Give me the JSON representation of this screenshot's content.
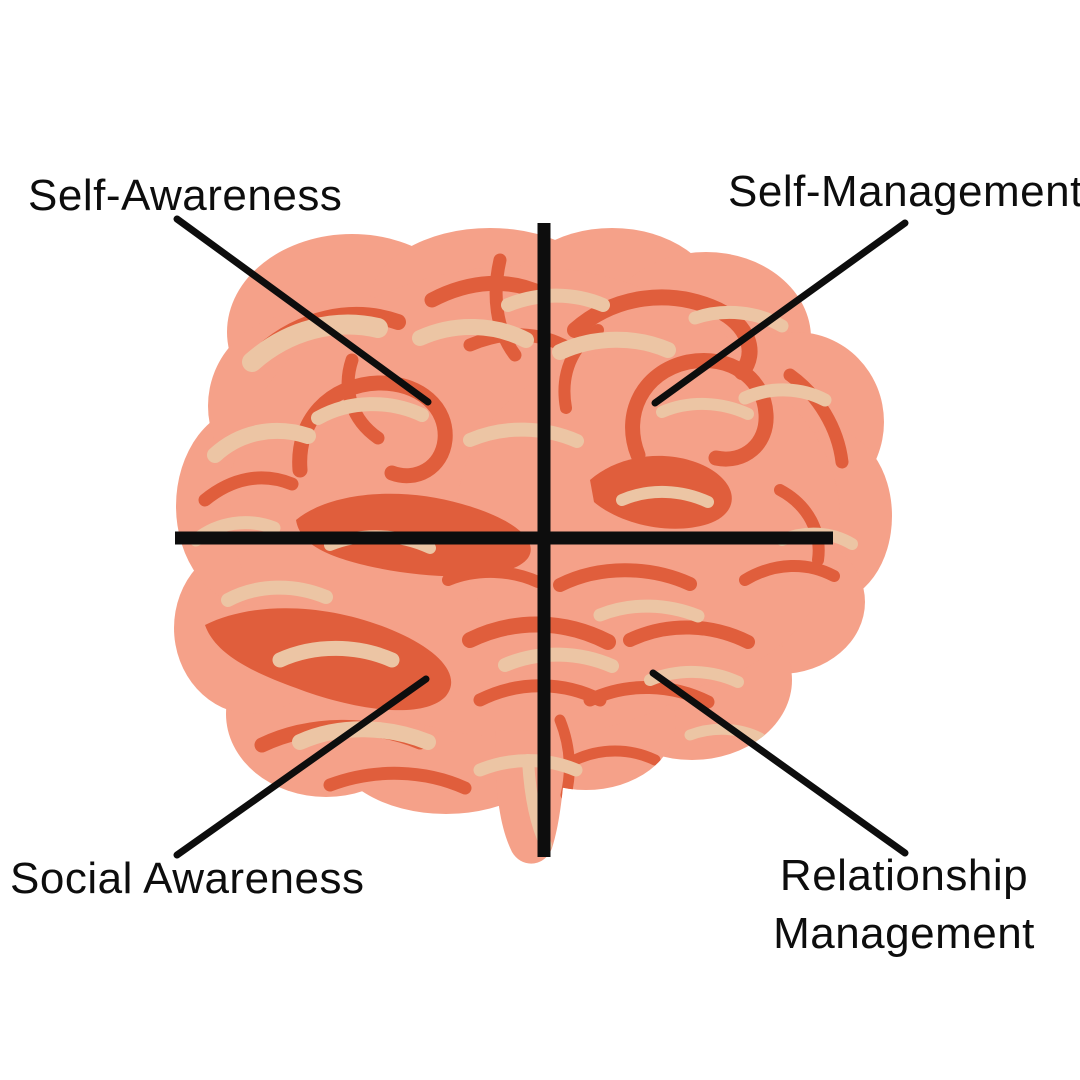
{
  "diagram": {
    "title": "Brain quadrants diagram",
    "illustration": "brain-side-view",
    "labels": {
      "top_left": "Self-Awareness",
      "top_right": "Self-Management",
      "bottom_left": "Social Awareness",
      "bottom_right_line1": "Relationship",
      "bottom_right_line2": "Management"
    }
  },
  "colors": {
    "background": "#ffffff",
    "brain_base": "#F5A189",
    "brain_fold_dark": "#E05E3C",
    "brain_fold_light": "#ECC5A4",
    "line": "#0d0d0d",
    "text": "#0d0d0d"
  }
}
